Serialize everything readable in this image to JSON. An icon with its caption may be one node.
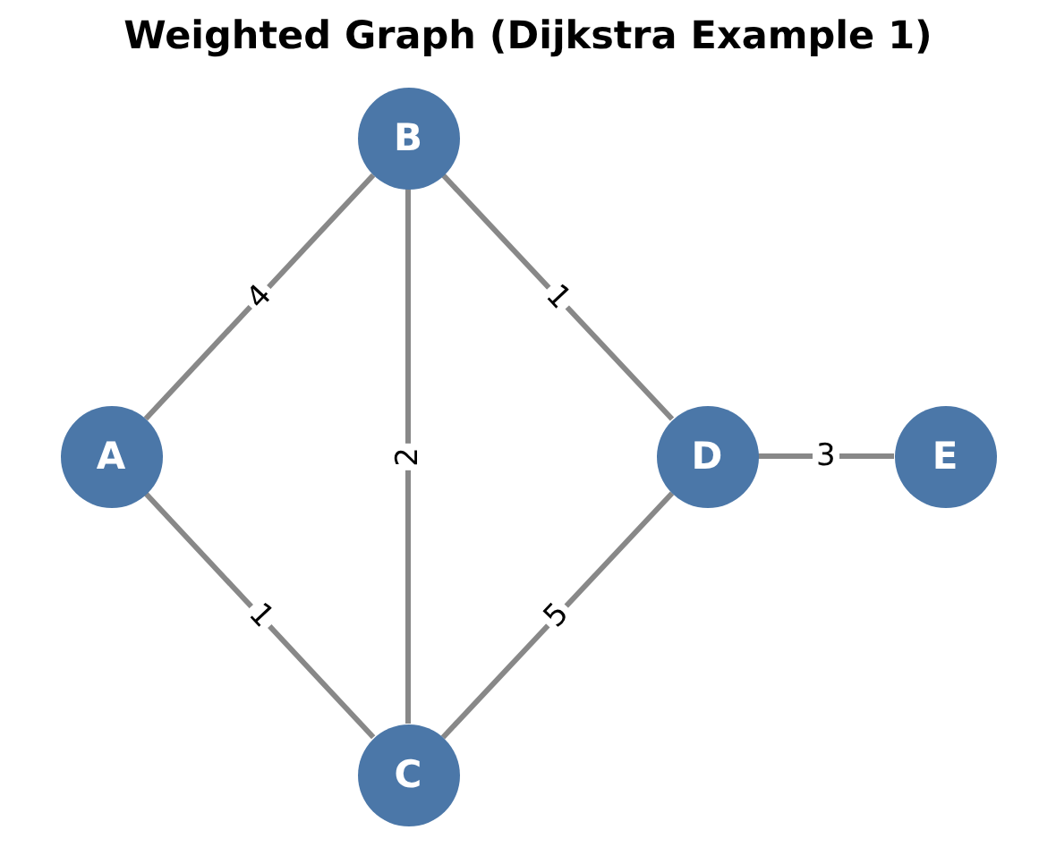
{
  "diagram": {
    "title": "Weighted Graph (Dijkstra Example 1)",
    "nodes": [
      {
        "text": [
          "A"
        ]
      },
      {
        "text": [
          "B"
        ]
      },
      {
        "text": [
          "C"
        ]
      },
      {
        "text": [
          "D"
        ]
      },
      {
        "text": [
          "E"
        ]
      }
    ],
    "edges": [
      {
        "from": 0,
        "to": 1,
        "arrow": "none",
        "label": "4"
      },
      {
        "from": 0,
        "to": 2,
        "arrow": "none",
        "label": "1"
      },
      {
        "from": 1,
        "to": 2,
        "arrow": "none",
        "label": "2"
      },
      {
        "from": 1,
        "to": 3,
        "arrow": "none",
        "label": "1"
      },
      {
        "from": 2,
        "to": 3,
        "arrow": "none",
        "label": "5"
      },
      {
        "from": 3,
        "to": 4,
        "arrow": "none",
        "label": "3"
      }
    ]
  }
}
